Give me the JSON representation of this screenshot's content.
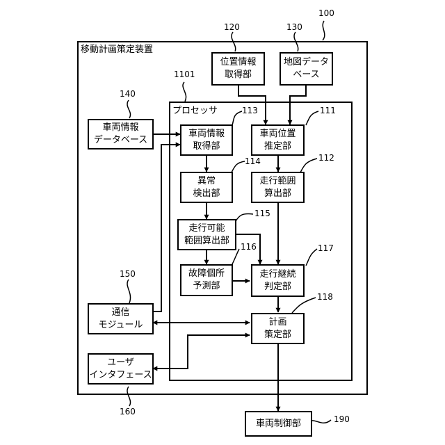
{
  "device": {
    "label": "移動計画策定装置",
    "ref": "100"
  },
  "processor": {
    "label": "プロセッサ",
    "ref": "1101"
  },
  "blocks": {
    "b111": {
      "ref": "111",
      "line1": "車両位置",
      "line2": "推定部"
    },
    "b112": {
      "ref": "112",
      "line1": "走行範囲",
      "line2": "算出部"
    },
    "b113": {
      "ref": "113",
      "line1": "車両情報",
      "line2": "取得部"
    },
    "b114": {
      "ref": "114",
      "line1": "異常",
      "line2": "検出部"
    },
    "b115": {
      "ref": "115",
      "line1": "走行可能",
      "line2": "範囲算出部"
    },
    "b116": {
      "ref": "116",
      "line1": "故障個所",
      "line2": "予測部"
    },
    "b117": {
      "ref": "117",
      "line1": "走行継続",
      "line2": "判定部"
    },
    "b118": {
      "ref": "118",
      "line1": "計画",
      "line2": "策定部"
    },
    "b120": {
      "ref": "120",
      "line1": "位置情報",
      "line2": "取得部"
    },
    "b130": {
      "ref": "130",
      "line1": "地図データ",
      "line2": "ベース"
    },
    "b140": {
      "ref": "140",
      "line1": "車両情報",
      "line2": "データベース"
    },
    "b150": {
      "ref": "150",
      "line1": "通信",
      "line2": "モジュール"
    },
    "b160": {
      "ref": "160",
      "line1": "ユーザ",
      "line2": "インタフェース"
    },
    "b190": {
      "ref": "190",
      "line1": "車両制御部"
    }
  }
}
